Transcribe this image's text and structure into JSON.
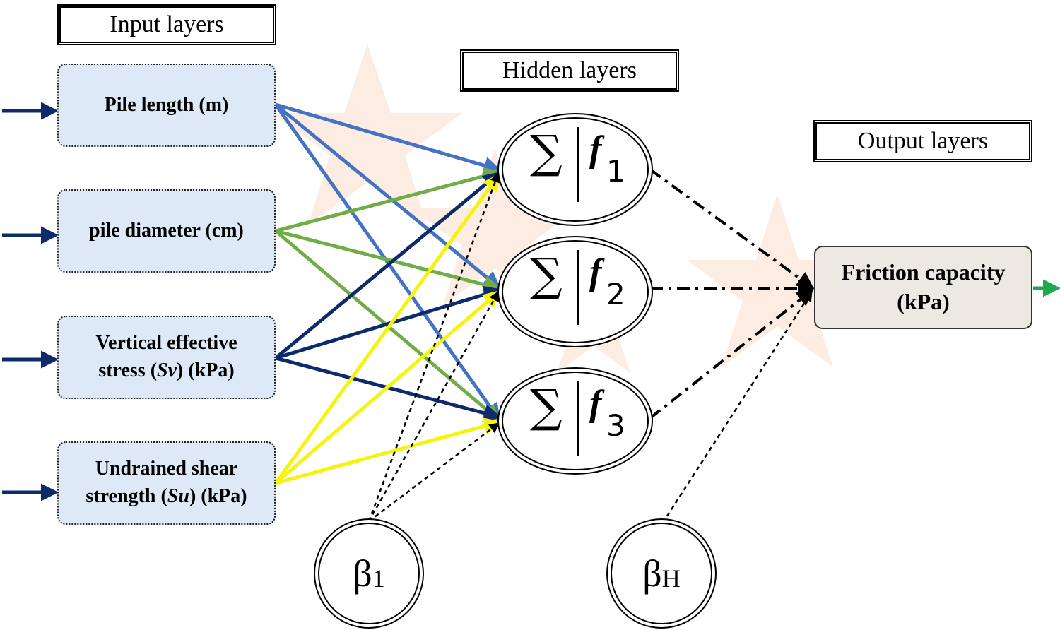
{
  "titles": {
    "input": "Input layers",
    "hidden": "Hidden layers",
    "output": "Output layers"
  },
  "inputs": [
    {
      "lines": [
        "Pile length (m)"
      ]
    },
    {
      "lines": [
        "pile diameter (cm)"
      ]
    },
    {
      "line1": "Vertical effective",
      "pre": "stress (",
      "sym": "Sv",
      "post": ") (kPa)"
    },
    {
      "line1": "Undrained shear",
      "pre": "strength (",
      "sym": "Su",
      "post": ") (kPa)"
    }
  ],
  "hidden_nodes": [
    {
      "sum": "∑",
      "f": "f",
      "index": "1"
    },
    {
      "sum": "∑",
      "f": "f",
      "index": "2"
    },
    {
      "sum": "∑",
      "f": "f",
      "index": "3"
    }
  ],
  "output": {
    "line1": "Friction capacity",
    "line2": "(kPa)"
  },
  "biases": [
    {
      "symbol": "β",
      "sub": "1"
    },
    {
      "symbol": "β",
      "sub": "H"
    }
  ],
  "colors": {
    "pile_length_links": "#4472c4",
    "pile_diameter_links": "#70ad47",
    "vertical_stress_links": "#0d2a6b",
    "undrained_shear_links": "#f5f50a",
    "input_arrow": "#0d2a6b",
    "output_arrow": "#1fa84f",
    "input_box_fill": "#dde9f6",
    "output_box_fill": "#ece9e3",
    "watermark": "#fbe6d8"
  }
}
